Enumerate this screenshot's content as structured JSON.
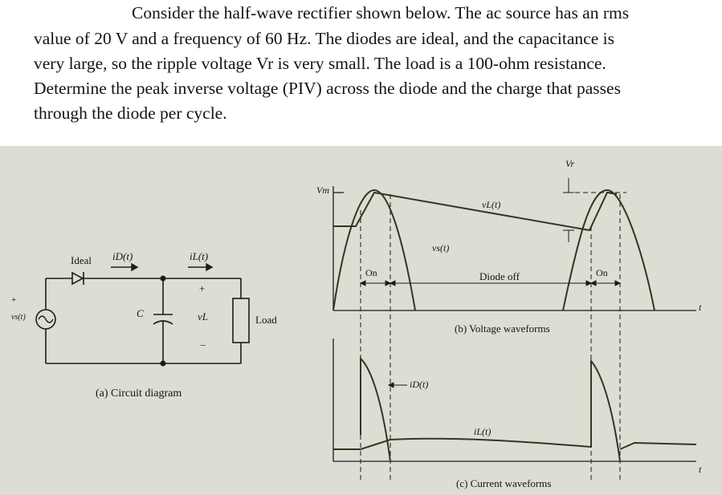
{
  "problem": {
    "lines": [
      "Consider the half-wave rectifier shown below. The ac source has an rms",
      "value of 20 V and a frequency of 60 Hz. The diodes are ideal, and the capacitance is",
      "very large, so the ripple voltage Vr is very small. The load is a 100-ohm resistance.",
      "Determine the peak inverse voltage (PIV) across the diode and the charge that passes",
      "through the diode per cycle."
    ]
  },
  "circuit": {
    "source_label": "vs(t)",
    "plus_label": "+",
    "diode_label": "Ideal",
    "diode_current_label": "iD(t)",
    "load_current_label": "iL(t)",
    "cap_label": "C",
    "vl_plus": "+",
    "vl_label": "vL",
    "vl_minus": "−",
    "load_label": "Load",
    "caption": "(a) Circuit diagram"
  },
  "voltage_waveforms": {
    "vm_label": "Vm",
    "vr_label": "Vr",
    "vl_label": "vL(t)",
    "vs_label": "vs(t)",
    "on_label_1": "On",
    "diode_off_label": "Diode off",
    "on_label_2": "On",
    "t_label": "t",
    "caption": "(b) Voltage waveforms"
  },
  "current_waveforms": {
    "id_label": "iD(t)",
    "il_label": "iL(t)",
    "t_label": "t",
    "caption": "(c) Current waveforms"
  },
  "colors": {
    "background": "#ddddd4",
    "waveform": "#2f3a1f",
    "line": "#1c1c1c"
  }
}
